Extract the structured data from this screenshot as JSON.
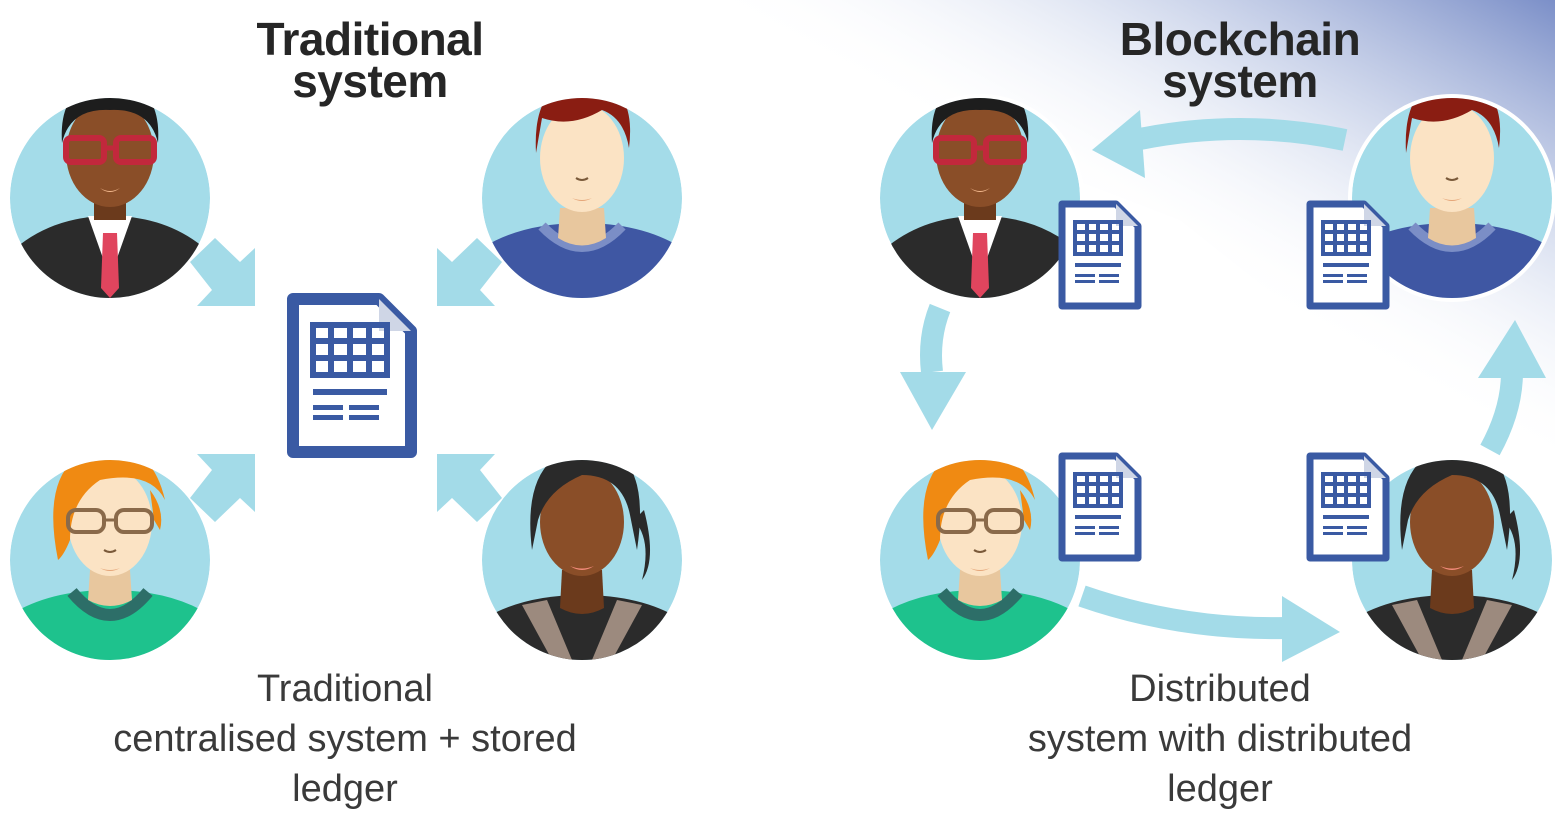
{
  "colors": {
    "arrow": "#a3dbe8",
    "circle_bg": "#a4dce9",
    "document_blue": "#3a5aa3",
    "background_gradient": "#7b8fc8"
  },
  "panels": {
    "traditional": {
      "title_line1": "Traditional",
      "title_line2": "system",
      "caption_line1": "Traditional",
      "caption_line2": "centralised system + stored",
      "caption_line3": "ledger"
    },
    "blockchain": {
      "title_line1": "Blockchain",
      "title_line2": "system",
      "caption_line1": "Distributed",
      "caption_line2": "system with distributed",
      "caption_line3": "ledger"
    }
  },
  "icons": {
    "person_types": [
      "man-glasses-suit",
      "man-red-hair",
      "woman-orange-hair-glasses",
      "woman-dark-hair"
    ],
    "document": "ledger-document-icon"
  }
}
